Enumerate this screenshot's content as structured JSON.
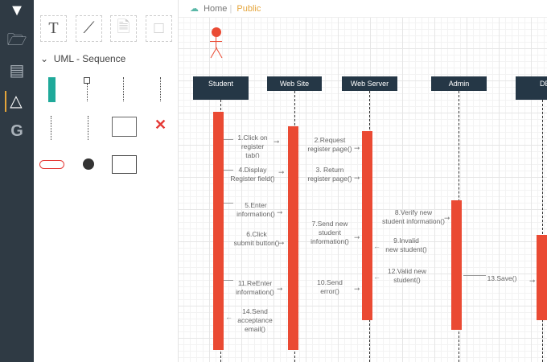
{
  "header": {
    "home": "Home",
    "visibility": "Public"
  },
  "rail": {
    "icons": [
      "logo-icon",
      "folder-icon",
      "image-icon",
      "shapes-icon",
      "google-icon"
    ]
  },
  "panel": {
    "section_title": "UML - Sequence",
    "basic_tiles": [
      "text-icon",
      "line-icon",
      "note-icon",
      "rectangle-icon"
    ],
    "uml_shapes": [
      "activation-bar",
      "lifeline-object",
      "lifeline-actor",
      "lifeline-boundary",
      "lifeline-entity",
      "lifeline-control",
      "frame",
      "destroy-x",
      "message-pill",
      "initial-node",
      "note"
    ]
  },
  "diagram": {
    "objects": [
      "Student",
      "Web Site",
      "Web Server",
      "Admin",
      "DB"
    ],
    "messages": [
      "1.Click on\nregister\ntab()",
      "2.Request\nregister page()",
      "4.Display\nRegister field()",
      "3. Return\nregister page()",
      "5.Enter\ninformation()",
      "8.Verify  new\nstudent information()",
      "7.Send new\nstudent\ninformation()",
      "6.Click\nsubmit button()",
      "9.Invalid\nnew student()",
      "12.Valid  new\nstudent()",
      "13.Save()",
      "11.ReEnter\ninformation()",
      "10.Send\nerror()",
      "14.Send\nacceptance\nemail()"
    ]
  },
  "colors": {
    "accent": "#ea4a33",
    "object": "#253746",
    "public": "#e5a53b"
  }
}
